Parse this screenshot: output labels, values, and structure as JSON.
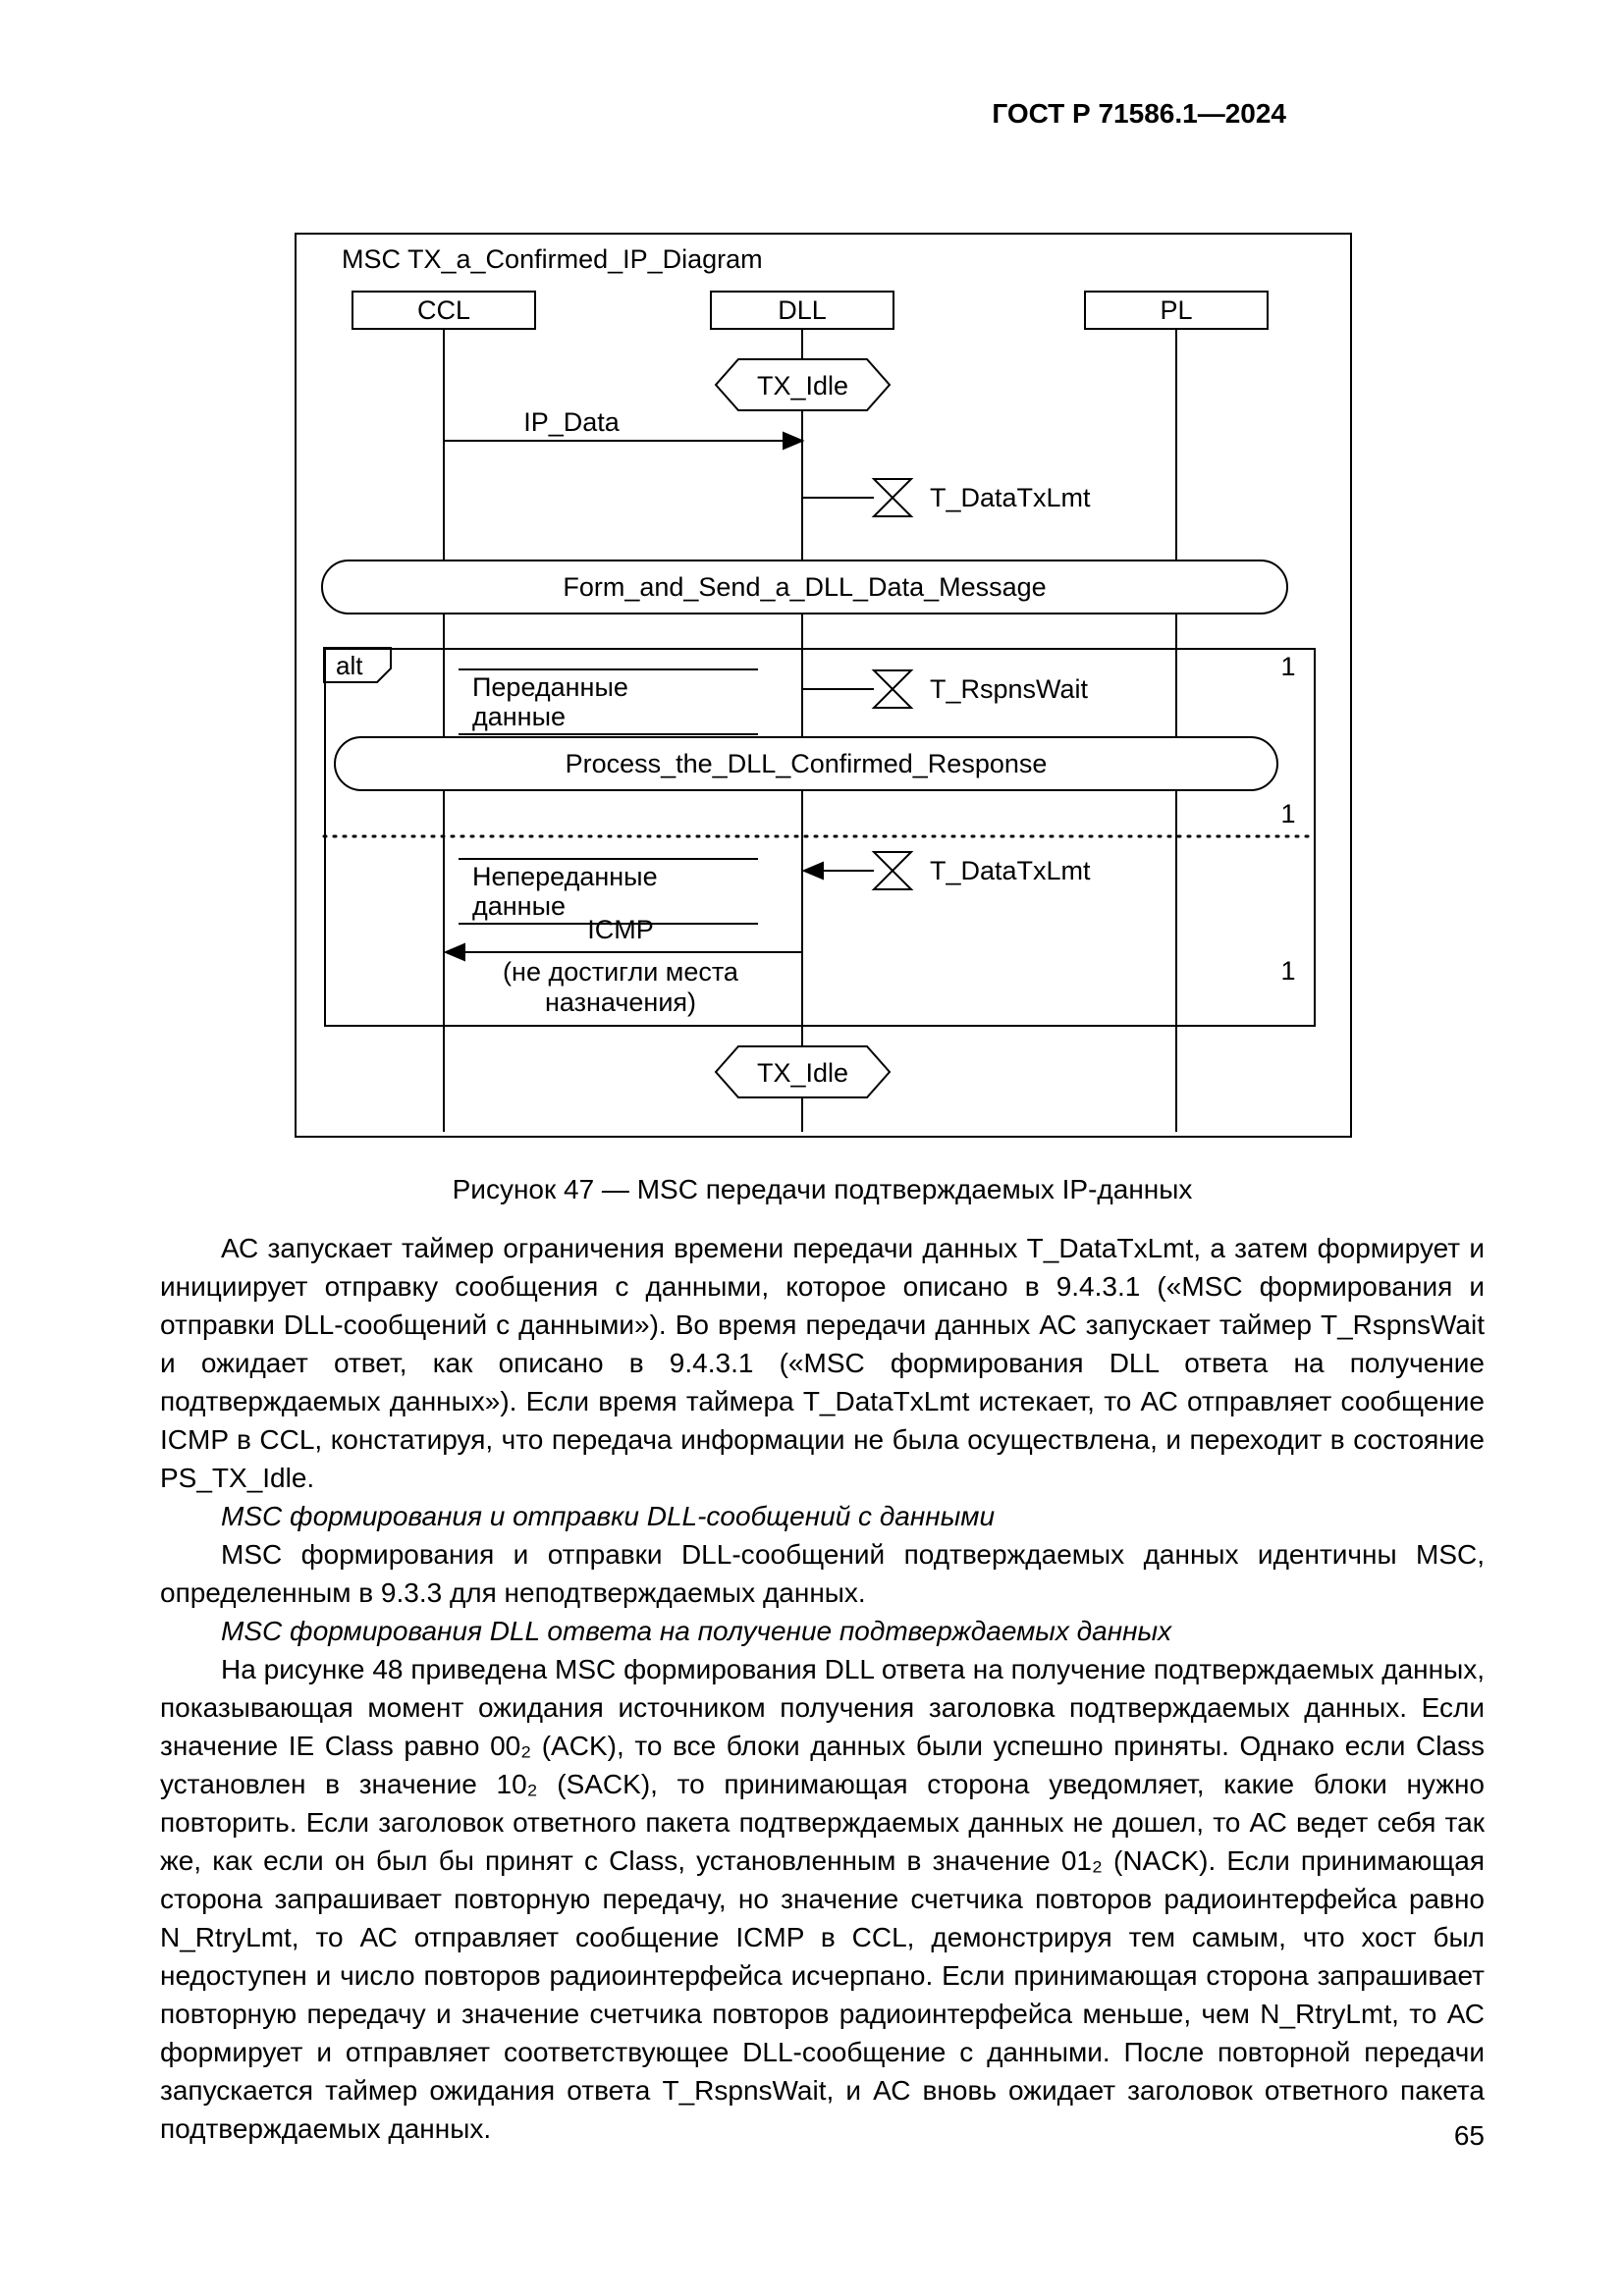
{
  "page": {
    "header": "ГОСТ Р 71586.1—2024",
    "page_number": "65",
    "caption": "Рисунок 47 — MSC передачи подтверждаемых IP-данных"
  },
  "diagram": {
    "title": "MSC TX_a_Confirmed_IP_Diagram",
    "lifelines": {
      "ccl": "CCL",
      "dll": "DLL",
      "pl": "PL"
    },
    "state_top": "TX_Idle",
    "state_bottom": "TX_Idle",
    "messages": {
      "ip_data": "IP_Data",
      "icmp": "ICMP",
      "icmp_note_line1": "(не достигли места",
      "icmp_note_line2": "назначения)"
    },
    "timers": {
      "data_tx_lmt_1": "T_DataTxLmt",
      "rspns_wait": "T_RspnsWait",
      "data_tx_lmt_2": "T_DataTxLmt"
    },
    "actions": {
      "form_send": "Form_and_Send_a_DLL_Data_Message",
      "process_response": "Process_the_DLL_Confirmed_Response"
    },
    "alt": {
      "label": "alt",
      "cond1_line1": "Переданные",
      "cond1_line2": "данные",
      "cond2_line1": "Непереданные",
      "cond2_line2": "данные",
      "marker1": "1",
      "marker2": "1",
      "marker3": "1"
    }
  },
  "text": {
    "p1": "АС запускает таймер ограничения времени передачи данных T_DataTxLmt, а затем формирует и инициирует отправку сообщения с данными, которое описано в 9.4.3.1 («MSC формирования и отправки DLL-сообщений с данными»). Во время передачи данных АС запускает таймер T_RspnsWait и ожидает ответ, как описано в 9.4.3.1 («MSC формирования DLL ответа на получение подтверждаемых данных»). Если время таймера T_DataTxLmt истекает, то АС отправляет сообщение ICMP в CCL, констатируя, что передача информации не была осуществлена, и переходит в состояние PS_TX_Idle.",
    "p2": "MSC формирования и отправки DLL-сообщений с данными",
    "p3": "MSC формирования и отправки DLL-сообщений подтверждаемых данных идентичны MSC, определенным в 9.3.3 для неподтверждаемых данных.",
    "p4": "MSC формирования DLL ответа на получение подтверждаемых данных",
    "p5": "На рисунке 48 приведена MSC формирования DLL ответа на получение подтверждаемых данных, показывающая момент ожидания источником получения заголовка подтверждаемых данных. Если значение IE Class равно 00₂ (ACK), то все блоки данных были успешно приняты. Однако если Class установлен в значение 10₂ (SACK), то принимающая сторона уведомляет, какие блоки нужно повторить. Если заголовок ответного пакета подтверждаемых данных не дошел, то АС ведет себя так же, как если он был бы принят с Class, установленным в значение 01₂ (NACK). Если принимающая сторона запрашивает повторную передачу, но значение счетчика повторов радиоинтерфейса равно N_RtryLmt, то АС отправляет сообщение ICMP в CCL, демонстрируя тем самым, что хост был недоступен и число повторов радиоинтерфейса исчерпано. Если принимающая сторона запрашивает повторную передачу и значение счетчика повторов радиоинтерфейса меньше, чем N_RtryLmt, то АС формирует и отправляет соответствующее DLL-сообщение с данными. После повторной передачи запускается таймер ожидания ответа T_RspnsWait, и АС вновь ожидает заголовок ответного пакета подтверждаемых данных."
  }
}
